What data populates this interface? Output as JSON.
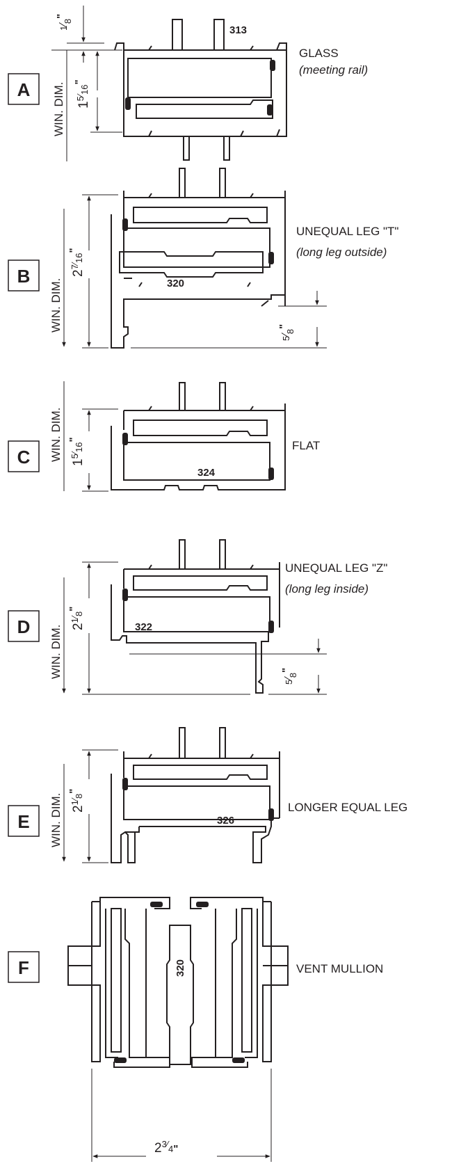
{
  "sections": [
    {
      "id": "A",
      "part_number": "313",
      "label": "GLASS",
      "sublabel": "(meeting rail)",
      "win_dim_label": "WIN. DIM.",
      "dims": [
        {
          "whole": "",
          "num": "1",
          "den": "8",
          "unit": "\""
        },
        {
          "whole": "1",
          "num": "5",
          "den": "16",
          "unit": "\""
        }
      ]
    },
    {
      "id": "B",
      "part_number": "320",
      "label": "UNEQUAL LEG \"T\"",
      "sublabel": "(long leg outside)",
      "win_dim_label": "WIN. DIM.",
      "dims": [
        {
          "whole": "2",
          "num": "7",
          "den": "16",
          "unit": "\""
        },
        {
          "whole": "",
          "num": "5",
          "den": "8",
          "unit": "\""
        }
      ]
    },
    {
      "id": "C",
      "part_number": "324",
      "label": "FLAT",
      "sublabel": "",
      "win_dim_label": "WIN. DIM.",
      "dims": [
        {
          "whole": "1",
          "num": "5",
          "den": "16",
          "unit": "\""
        }
      ]
    },
    {
      "id": "D",
      "part_number": "322",
      "label": "UNEQUAL LEG \"Z\"",
      "sublabel": "(long leg inside)",
      "win_dim_label": "WIN. DIM.",
      "dims": [
        {
          "whole": "2",
          "num": "1",
          "den": "8",
          "unit": "\""
        },
        {
          "whole": "",
          "num": "5",
          "den": "8",
          "unit": "\""
        }
      ]
    },
    {
      "id": "E",
      "part_number": "326",
      "label": "LONGER EQUAL LEG",
      "sublabel": "",
      "win_dim_label": "WIN. DIM.",
      "dims": [
        {
          "whole": "2",
          "num": "1",
          "den": "8",
          "unit": "\""
        }
      ]
    },
    {
      "id": "F",
      "part_number": "320",
      "label": "VENT MULLION",
      "sublabel": "",
      "win_dim_label": "",
      "dims": [
        {
          "whole": "2",
          "num": "3",
          "den": "4",
          "unit": "\""
        }
      ]
    }
  ]
}
